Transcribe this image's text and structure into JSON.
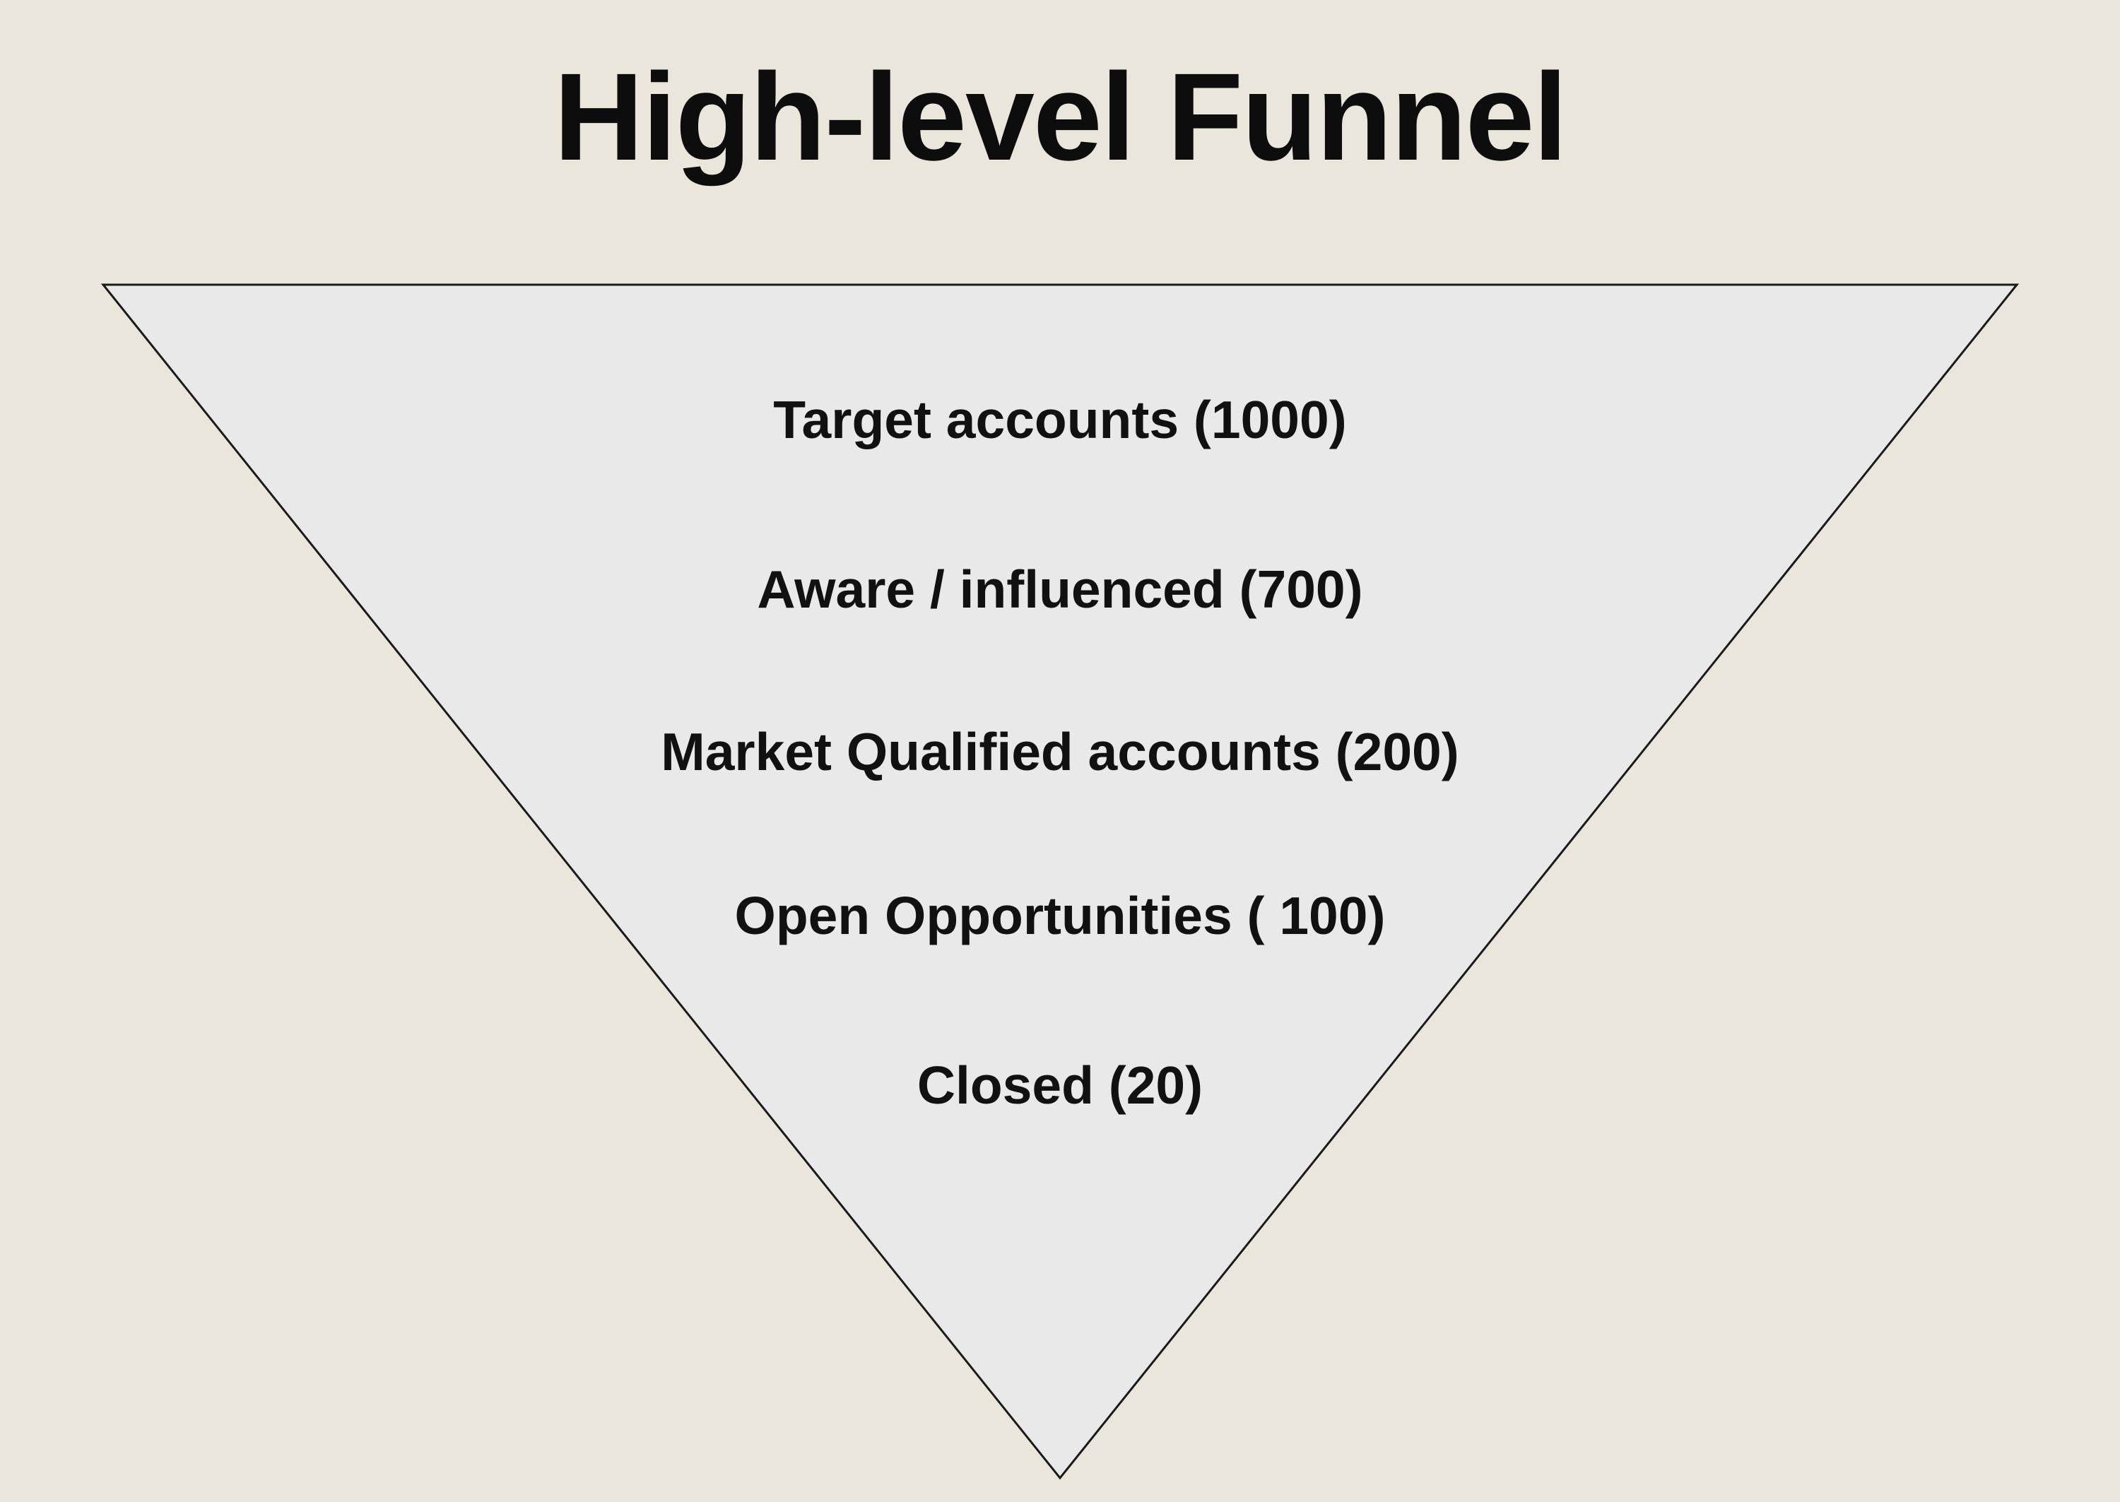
{
  "title": "High-level Funnel",
  "colors": {
    "background": "#ebe6db",
    "funnel_fill": "#e9e9e9",
    "funnel_stroke": "#1a1a1a",
    "text": "#111111"
  },
  "stages": [
    {
      "label": "Target accounts (1000)"
    },
    {
      "label": "Aware / influenced (700)"
    },
    {
      "label": "Market Qualified accounts (200)"
    },
    {
      "label": "Open Opportunities ( 100)"
    },
    {
      "label": "Closed (20)"
    }
  ]
}
